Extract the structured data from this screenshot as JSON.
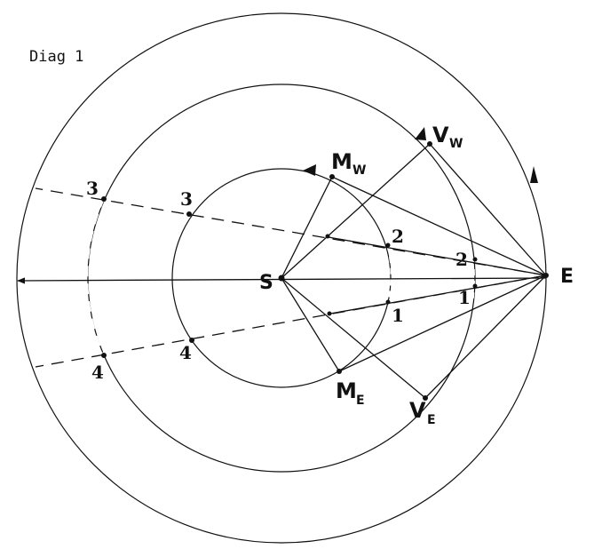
{
  "title": "Diag 1",
  "labels": {
    "sun": "S",
    "earth": "E",
    "venus_west": "V",
    "venus_west_sub": "W",
    "venus_east": "V",
    "venus_east_sub": "E",
    "mercury_west": "M",
    "mercury_west_sub": "W",
    "mercury_east": "M",
    "mercury_east_sub": "E",
    "n1_inner": "1",
    "n2_inner": "2",
    "n1_mid": "1",
    "n2_mid": "2",
    "n3_outer": "3",
    "n3_inner": "3",
    "n4_outer": "4",
    "n4_inner": "4"
  },
  "colors": {
    "ink": "#111111",
    "background": "#ffffff"
  }
}
